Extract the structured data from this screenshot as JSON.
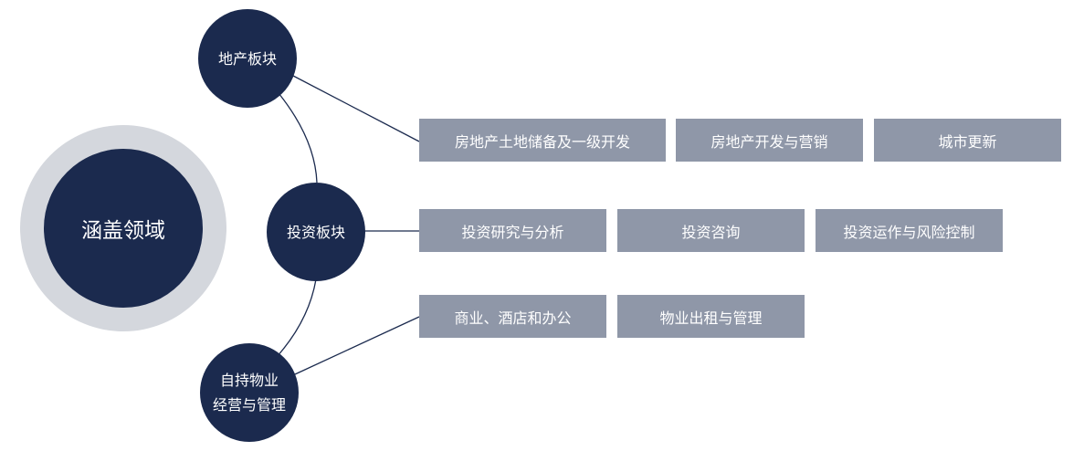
{
  "center": {
    "label": "涵盖领域"
  },
  "colors": {
    "navy": "#1b2a4e",
    "halo": "#d4d7dd",
    "tag": "#8f97a8",
    "line": "#1b2a4e"
  },
  "sectors": [
    {
      "label_lines": [
        "地产板块"
      ],
      "items": [
        "房地产土地储备及一级开发",
        "房地产开发与营销",
        "城市更新"
      ]
    },
    {
      "label_lines": [
        "投资板块"
      ],
      "items": [
        "投资研究与分析",
        "投资咨询",
        "投资运作与风险控制"
      ]
    },
    {
      "label_lines": [
        "自持物业",
        "经营与管理"
      ],
      "items": [
        "商业、酒店和办公",
        "物业出租与管理"
      ]
    }
  ]
}
